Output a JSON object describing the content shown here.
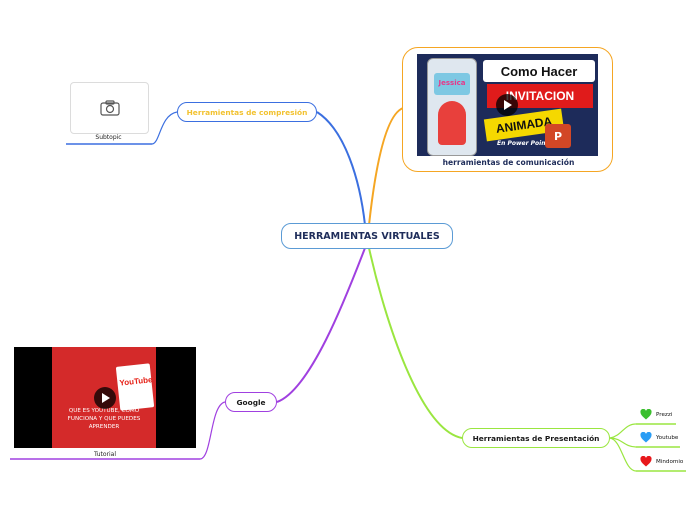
{
  "central_topic": "HERRAMIENTAS VIRTUALES",
  "topics": {
    "compression": {
      "label": "Herramientas de compresión",
      "subtopic_label": "Subtopic",
      "image_icon": "camera-icon"
    },
    "communication": {
      "caption": "herramientas de comunicación",
      "thumbnail_texts": {
        "line1": "Como Hacer",
        "line2": "INVITACION",
        "line3": "ANIMADA",
        "line4": "En Power Point",
        "phone_name": "Jessica"
      }
    },
    "google": {
      "label": "Google",
      "video_caption": "Tutorial",
      "thumbnail_texts": {
        "logo": "YouTube",
        "line1": "QUE ES YOUTUBE, COMO",
        "line2": "FUNCIONA Y QUE PUEDES",
        "line3": "APRENDER"
      }
    },
    "presentation": {
      "label": "Herramientas de Presentación",
      "leaves": [
        {
          "label": "Prezzi",
          "icon": "green-heart-icon",
          "color": "#3bbf2e"
        },
        {
          "label": "Youtube",
          "icon": "blue-heart-icon",
          "color": "#2a9df4"
        },
        {
          "label": "Mindomio",
          "icon": "red-heart-icon",
          "color": "#e8181c"
        }
      ]
    }
  },
  "colors": {
    "compression": "#3b6fe0",
    "communication": "#f5a623",
    "google": "#a040e0",
    "presentation": "#9ae640",
    "central": "#5b9bd5"
  }
}
